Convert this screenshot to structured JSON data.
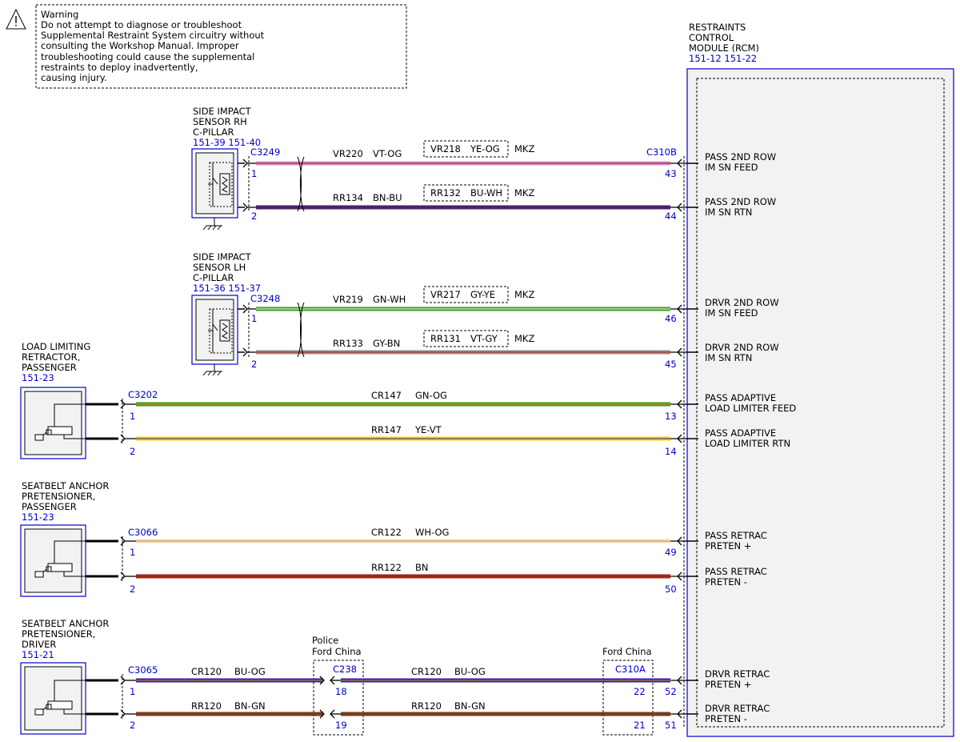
{
  "warning": {
    "title": "Warning",
    "lines": [
      "Do not attempt to diagnose or troubleshoot",
      "Supplemental Restraint System circuitry without",
      "consulting the Workshop Manual. Improper",
      "troubleshooting could cause the supplemental",
      "restraints to deploy inadvertently,",
      "causing injury."
    ]
  },
  "rcm": {
    "title_lines": [
      "RESTRAINTS",
      "CONTROL",
      "MODULE (RCM)"
    ],
    "refs": "151-12  151-22"
  },
  "components": {
    "side_rh": {
      "lines": [
        "SIDE IMPACT",
        "SENSOR RH",
        "C-PILLAR"
      ],
      "refs": "151-39  151-40"
    },
    "side_lh": {
      "lines": [
        "SIDE IMPACT",
        "SENSOR LH",
        "C-PILLAR"
      ],
      "refs": "151-36  151-37"
    },
    "llr": {
      "lines": [
        "LOAD LIMITING",
        "RETRACTOR,",
        "PASSENGER"
      ],
      "refs": "151-23"
    },
    "sap": {
      "lines": [
        "SEATBELT ANCHOR",
        "PRETENSIONER,",
        "PASSENGER"
      ],
      "refs": "151-23"
    },
    "sad": {
      "lines": [
        "SEATBELT ANCHOR",
        "PRETENSIONER,",
        "DRIVER"
      ],
      "refs": "151-21"
    }
  },
  "connectors": {
    "c3249": "C3249",
    "c3248": "C3248",
    "c3202": "C3202",
    "c3066": "C3066",
    "c3065": "C3065",
    "c310b": "C310B",
    "c238": "C238",
    "c310a": "C310A"
  },
  "inline_labels": {
    "police": "Police",
    "ford_china_1": "Ford China",
    "ford_china_2": "Ford China"
  },
  "pins": {
    "rh1": "1",
    "rh2": "2",
    "lh1": "1",
    "lh2": "2",
    "llr1": "1",
    "llr2": "2",
    "sap1": "1",
    "sap2": "2",
    "sad1": "1",
    "sad2": "2",
    "rcm43": "43",
    "rcm44": "44",
    "rcm46": "46",
    "rcm45": "45",
    "rcm13": "13",
    "rcm14": "14",
    "rcm49": "49",
    "rcm50": "50",
    "rcm52": "52",
    "rcm51": "51",
    "c238_18": "18",
    "c238_19": "19",
    "c310a_22": "22",
    "c310a_21": "21"
  },
  "wires": {
    "w1": {
      "circuit": "VR220",
      "color": "VT-OG",
      "alt_circuit": "VR218",
      "alt_color": "YE-OG",
      "variant": "MKZ"
    },
    "w2": {
      "circuit": "RR134",
      "color": "BN-BU",
      "alt_circuit": "RR132",
      "alt_color": "BU-WH",
      "variant": "MKZ"
    },
    "w3": {
      "circuit": "VR219",
      "color": "GN-WH",
      "alt_circuit": "VR217",
      "alt_color": "GY-YE",
      "variant": "MKZ"
    },
    "w4": {
      "circuit": "RR133",
      "color": "GY-BN",
      "alt_circuit": "RR131",
      "alt_color": "VT-GY",
      "variant": "MKZ"
    },
    "w5": {
      "circuit": "CR147",
      "color": "GN-OG"
    },
    "w6": {
      "circuit": "RR147",
      "color": "YE-VT"
    },
    "w7": {
      "circuit": "CR122",
      "color": "WH-OG"
    },
    "w8": {
      "circuit": "RR122",
      "color": "BN"
    },
    "w9a": {
      "circuit": "CR120",
      "color": "BU-OG"
    },
    "w9b": {
      "circuit": "CR120",
      "color": "BU-OG"
    },
    "w10a": {
      "circuit": "RR120",
      "color": "BN-GN"
    },
    "w10b": {
      "circuit": "RR120",
      "color": "BN-GN"
    }
  },
  "signals": {
    "s1": [
      "PASS 2ND ROW",
      "IM SN FEED"
    ],
    "s2": [
      "PASS 2ND ROW",
      "IM SN RTN"
    ],
    "s3": [
      "DRVR 2ND ROW",
      "IM SN FEED"
    ],
    "s4": [
      "DRVR 2ND ROW",
      "IM SN RTN"
    ],
    "s5": [
      "PASS ADAPTIVE",
      "LOAD LIMITER FEED"
    ],
    "s6": [
      "PASS ADAPTIVE",
      "LOAD LIMITER RTN"
    ],
    "s7": [
      "PASS RETRAC",
      "PRETEN +"
    ],
    "s8": [
      "PASS RETRAC",
      "PRETEN -"
    ],
    "s9": [
      "DRVR RETRAC",
      "PRETEN +"
    ],
    "s10": [
      "DRVR RETRAC",
      "PRETEN -"
    ]
  },
  "colors": {
    "connector_blue": "#0000cc",
    "pink": "#e98bbf",
    "violet": "#55205f",
    "green": "#3a9a1c",
    "gray": "#9a8c8c",
    "yellow": "#e9d12a",
    "cream": "#f2dfc0",
    "brown": "#a32418",
    "blue": "#2c1fa8",
    "brown_gn": "#7a3a22"
  },
  "icons": [
    "warning-triangle-icon",
    "sensor-switch-icon",
    "pretensioner-icon",
    "ground-icon",
    "arrow-icon",
    "twisted-pair-icon"
  ]
}
